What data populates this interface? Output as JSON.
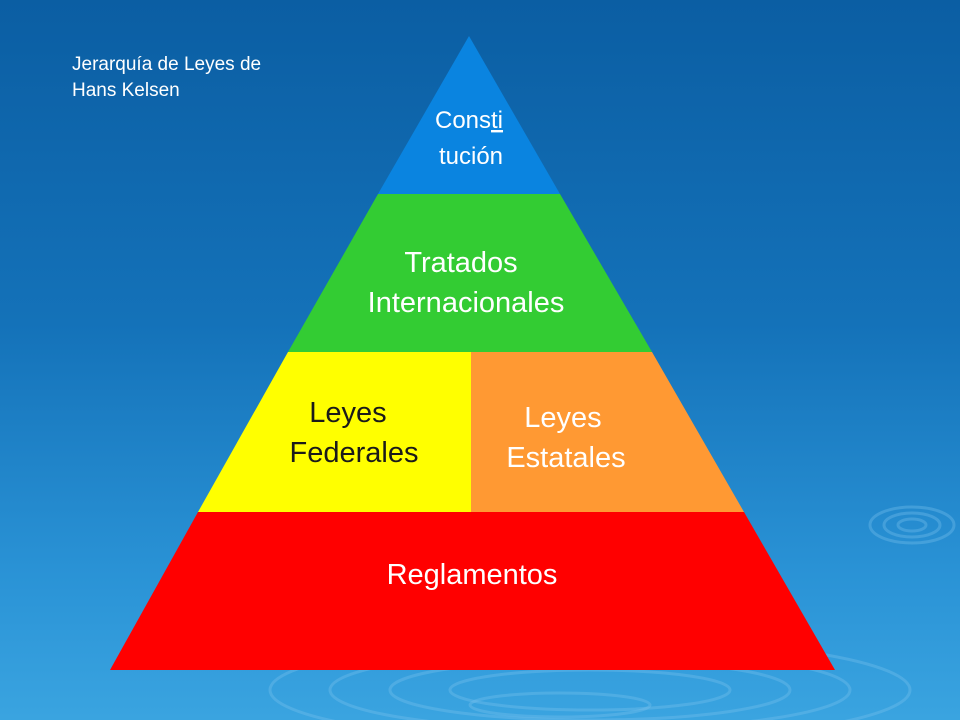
{
  "slide": {
    "caption_line1": "Jerarquía de Leyes de",
    "caption_line2": "Hans Kelsen"
  },
  "pyramid": {
    "constitucion": {
      "line1_a": "Cons",
      "line1_b": "ti",
      "line2": "tución",
      "color": "#0a84e0"
    },
    "tratados": {
      "line1": "Tratados",
      "line2": "Internacionales",
      "color": "#33cc33"
    },
    "federales": {
      "line1": "Leyes",
      "line2": "Federales",
      "color": "#ffff00"
    },
    "estatales": {
      "line1": "Leyes",
      "line2": "Estatales",
      "color": "#ff9933"
    },
    "reglamentos": {
      "line1": "Reglamentos",
      "color": "#ff0000"
    }
  }
}
